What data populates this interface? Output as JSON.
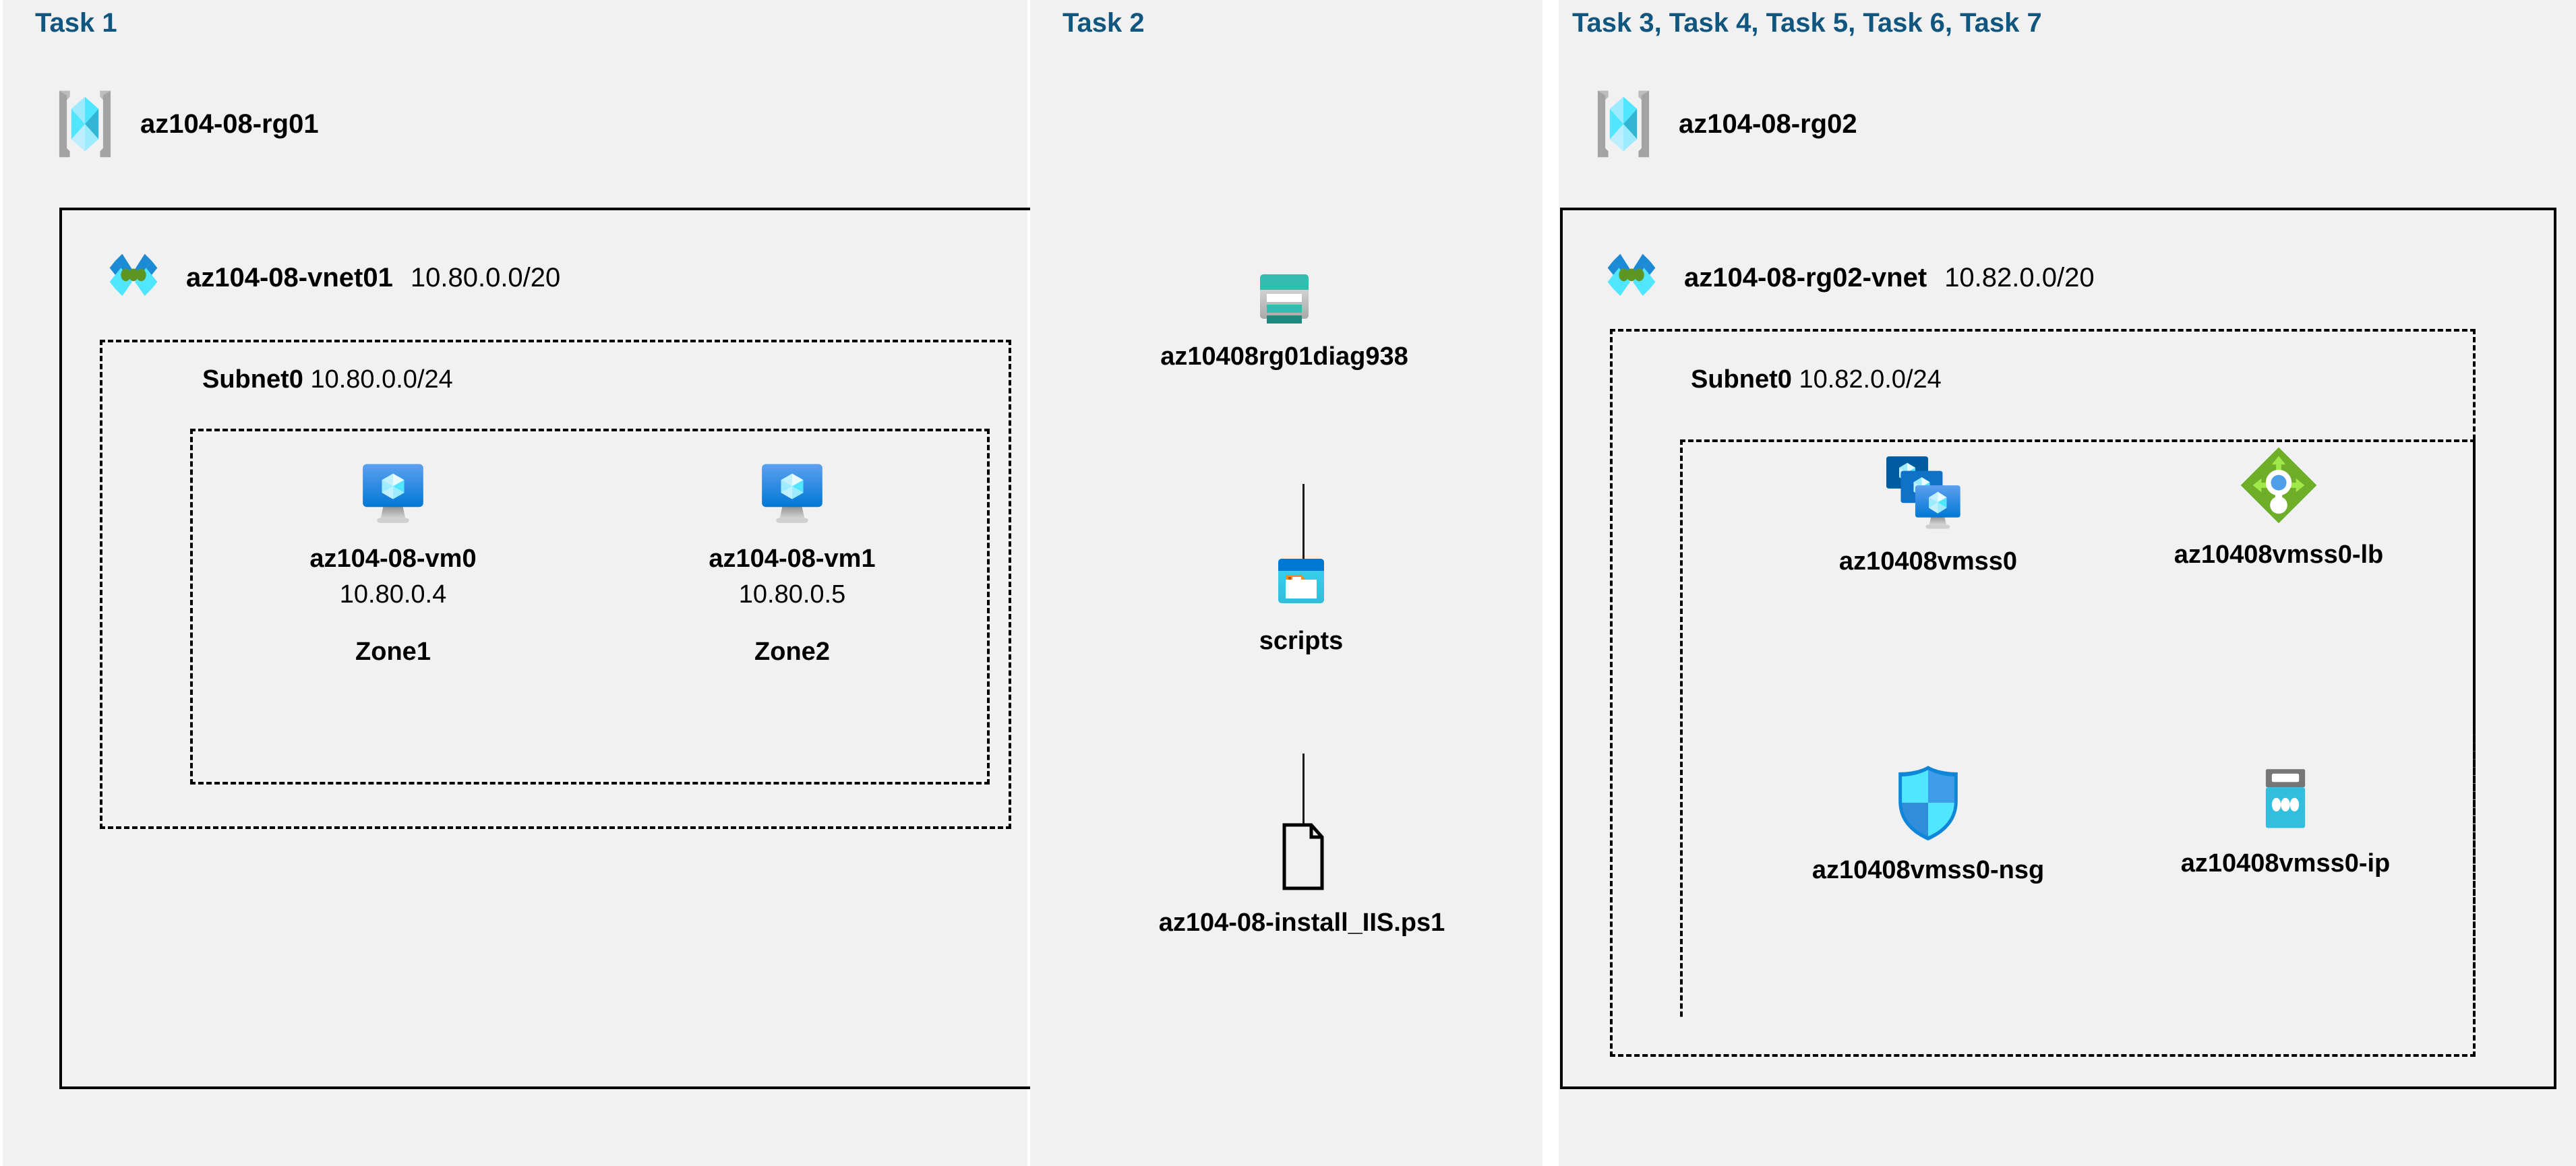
{
  "diagram": {
    "background": "#ffffff",
    "panel_bg": "#f1f1f1",
    "title_color": "#11567f",
    "border_color": "#000000"
  },
  "panels": [
    {
      "id": "task1",
      "title": "Task 1",
      "resource_group": {
        "label": "az104-08-rg01",
        "icon": "resource-group-icon"
      },
      "vnet": {
        "name": "az104-08-vnet01",
        "cidr": "10.80.0.0/20",
        "icon": "virtual-network-icon"
      },
      "subnet": {
        "name": "Subnet0",
        "cidr": "10.80.0.0/24"
      },
      "nodes": [
        {
          "icon": "virtual-machine-icon",
          "name": "az104-08-vm0",
          "ip": "10.80.0.4",
          "zone": "Zone1"
        },
        {
          "icon": "virtual-machine-icon",
          "name": "az104-08-vm1",
          "ip": "10.80.0.5",
          "zone": "Zone2"
        }
      ]
    },
    {
      "id": "task2",
      "title": "Task 2",
      "nodes": [
        {
          "icon": "storage-account-icon",
          "name": "az10408rg01diag938"
        },
        {
          "icon": "blob-container-icon",
          "name": "scripts"
        },
        {
          "icon": "file-icon",
          "name": "az104-08-install_IIS.ps1"
        }
      ]
    },
    {
      "id": "task3to7",
      "title": "Task 3, Task 4, Task 5, Task 6, Task 7",
      "resource_group": {
        "label": "az104-08-rg02",
        "icon": "resource-group-icon"
      },
      "vnet": {
        "name": "az104-08-rg02-vnet",
        "cidr": "10.82.0.0/20",
        "icon": "virtual-network-icon"
      },
      "subnet": {
        "name": "Subnet0",
        "cidr": "10.82.0.0/24"
      },
      "nodes": [
        {
          "icon": "vm-scale-set-icon",
          "name": "az10408vmss0"
        },
        {
          "icon": "load-balancer-icon",
          "name": "az10408vmss0-lb"
        },
        {
          "icon": "network-security-group-icon",
          "name": "az10408vmss0-nsg"
        },
        {
          "icon": "public-ip-address-icon",
          "name": "az10408vmss0-ip"
        }
      ]
    }
  ],
  "colors": {
    "azure_blue": "#0078d4",
    "azure_cyan": "#50e6ff",
    "storage_teal": "#32bdaf",
    "storage_teal_dark": "#1d8a7f",
    "lb_green": "#6fae28",
    "lb_green_light": "#9ee84a",
    "nsg_blue": "#198ab3",
    "grey": "#767676",
    "title_blue": "#11567f"
  }
}
